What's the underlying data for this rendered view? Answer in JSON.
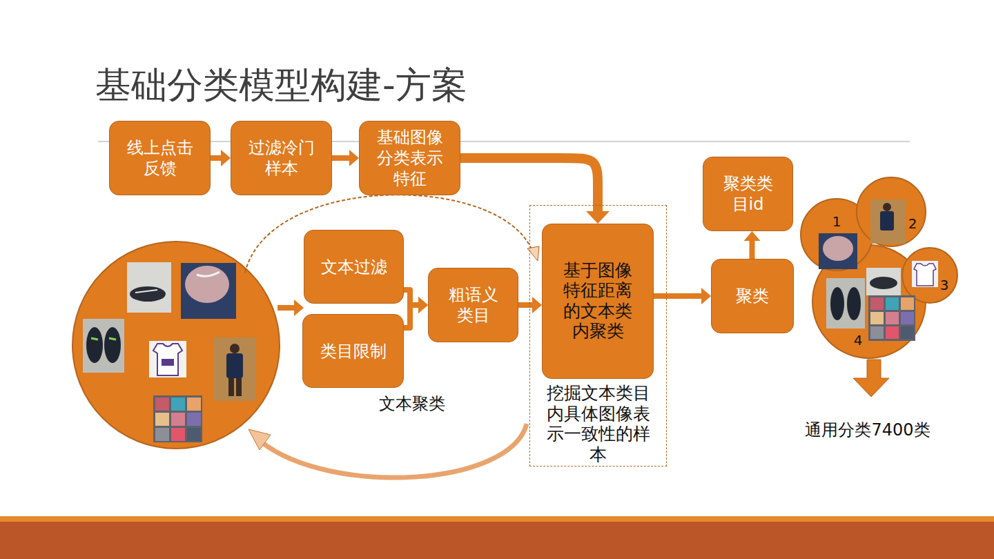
{
  "diagram": {
    "title": "基础分类模型构建-方案",
    "nodes": [
      {
        "text": [
          "线上点击 反馈"
        ]
      },
      {
        "text": [
          "过滤冷门 样本"
        ]
      },
      {
        "text": [
          "基础图像 分类表示 特征"
        ]
      },
      {
        "text": [
          "文本过滤"
        ]
      },
      {
        "text": [
          "类目限制"
        ]
      },
      {
        "text": [
          "粗语义 类目"
        ]
      },
      {
        "text": [
          "挖掘文本类目 内具体图像表 示一致性的样 本"
        ]
      },
      {
        "text": [
          "基于图像 特征距离 的文本类 内聚类"
        ],
        "in": 6
      },
      {
        "text": [
          "聚类类 目id"
        ]
      },
      {
        "text": [
          "聚类"
        ]
      }
    ],
    "edges": [
      {
        "from": 0,
        "to": 1,
        "arrow": "to"
      },
      {
        "from": 1,
        "to": 2,
        "arrow": "to"
      },
      {
        "from": 2,
        "to": 7,
        "arrow": "to"
      },
      {
        "from": 3,
        "to": 5,
        "arrow": "to"
      },
      {
        "from": 4,
        "to": 5,
        "arrow": "to"
      },
      {
        "from": 5,
        "to": 7,
        "arrow": "to"
      },
      {
        "from": 7,
        "to": 9,
        "arrow": "to"
      },
      {
        "from": 9,
        "to": 8,
        "arrow": "to"
      }
    ],
    "labels": [
      "文本聚类",
      "1",
      "2",
      "3",
      "4",
      "通用分类7400类"
    ]
  }
}
